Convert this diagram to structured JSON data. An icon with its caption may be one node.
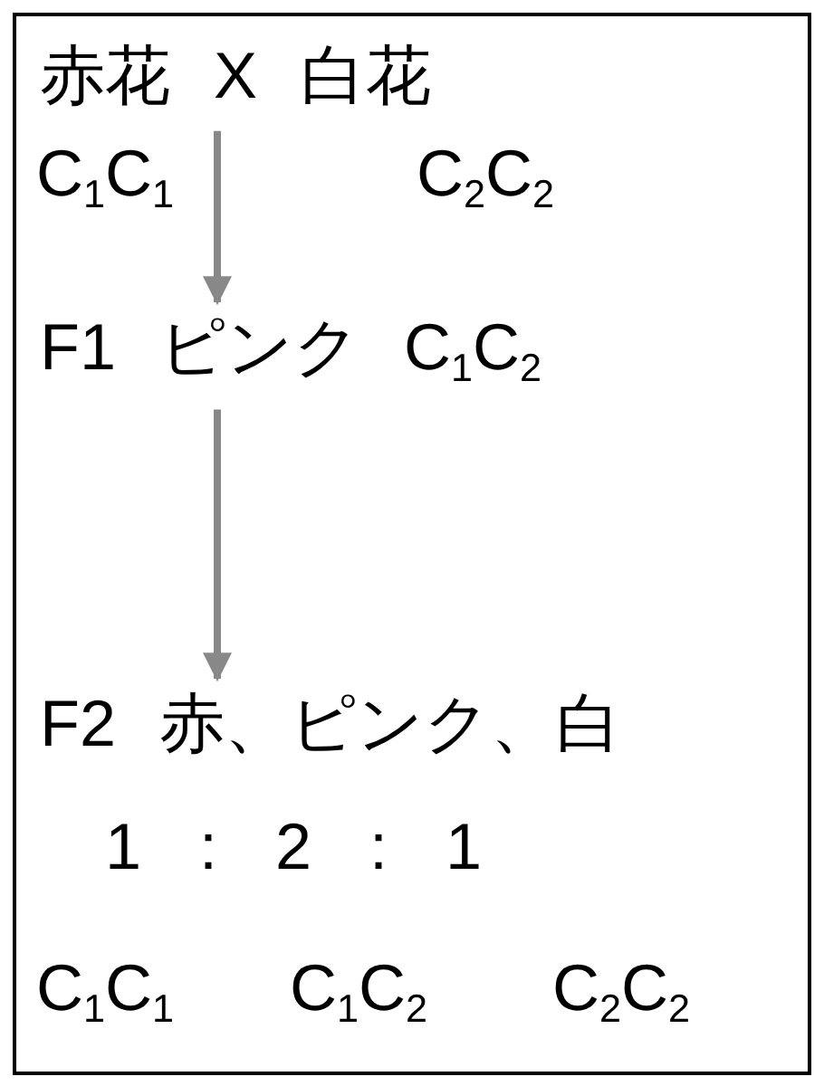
{
  "diagram": {
    "nodes": [
      {
        "text": [],
        "shape": "box"
      },
      {
        "text": [
          "赤花 X 白花"
        ],
        "in": 0
      },
      {
        "text": [
          "F1 ピンク C$_{1}$C$_{2}$"
        ],
        "in": 0
      },
      {
        "text": [
          "F2 赤、ピンク、白"
        ],
        "in": 0
      }
    ],
    "edges": [
      {
        "from": 1,
        "to": 2,
        "arrow": "to",
        "color": "#888888"
      },
      {
        "from": 2,
        "to": 3,
        "arrow": "to",
        "color": "#888888"
      }
    ],
    "labels": [
      "C$_{1}$C$_{1}$",
      "C$_{2}$C$_{2}$",
      "1 : 2 : 1",
      "C$_{1}$C$_{1}$",
      "C$_{1}$C$_{2}$",
      "C$_{2}$C$_{2}$"
    ]
  }
}
